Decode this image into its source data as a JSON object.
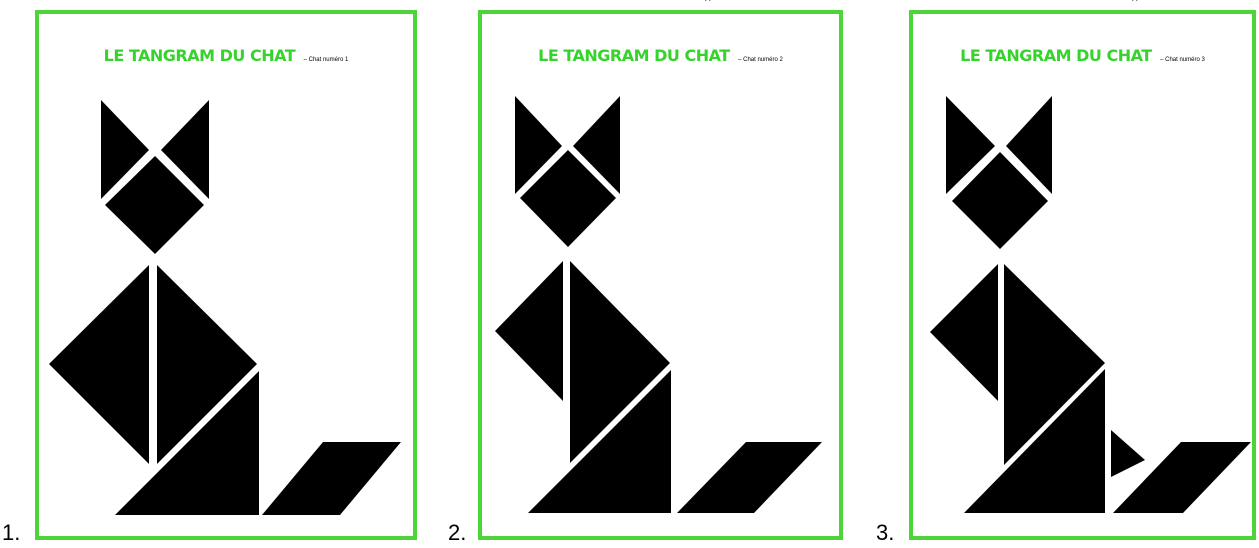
{
  "cards": [
    {
      "number": "1.",
      "title": "LE TANGRAM DU CHAT",
      "separator": "–",
      "subtitle": "Chat numéro 1"
    },
    {
      "number": "2.",
      "title": "LE TANGRAM DU CHAT",
      "separator": "–",
      "subtitle": "Chat numéro 2"
    },
    {
      "number": "3.",
      "title": "LE TANGRAM DU CHAT",
      "separator": "–",
      "subtitle": "Chat numéro 3"
    }
  ],
  "colors": {
    "border": "#4cd43a",
    "title": "#35d32b",
    "pieces": "#000000"
  }
}
